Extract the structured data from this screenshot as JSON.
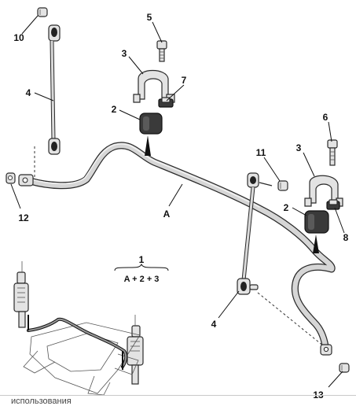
{
  "callouts": {
    "c10": "10",
    "c4_top": "4",
    "c5": "5",
    "c3_top": "3",
    "c7": "7",
    "c2_top": "2",
    "c6": "6",
    "c11": "11",
    "c3_right": "3",
    "c2_right": "2",
    "c8": "8",
    "c12": "12",
    "cA": "A",
    "c1": "1",
    "c4_bottom": "4",
    "c13": "13"
  },
  "formula": "A + 2 + 3",
  "footer_text": "использования",
  "colors": {
    "line": "#2b2b2b",
    "metal": "#e3e3e3",
    "rubber": "#3a3a3a",
    "background": "#ffffff"
  }
}
